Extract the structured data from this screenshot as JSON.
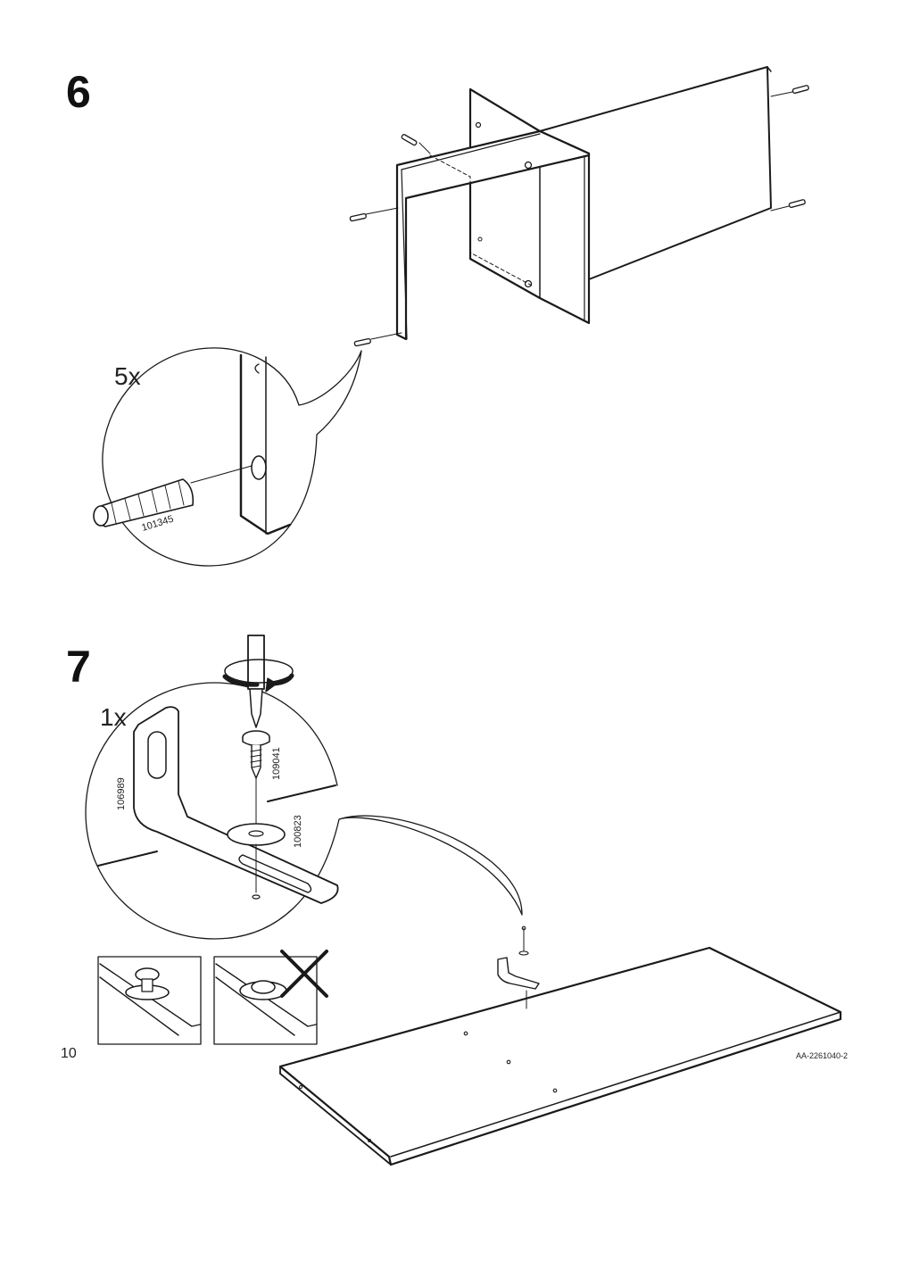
{
  "steps": [
    {
      "number": "6",
      "quantity": "5x",
      "part_numbers": [
        "101345"
      ]
    },
    {
      "number": "7",
      "quantity": "1x",
      "part_numbers": [
        "109041",
        "106989",
        "100823"
      ]
    }
  ],
  "footer": {
    "page_number": "10",
    "document_code": "AA-2261040-2"
  },
  "icons": [
    "dowel-icon",
    "screwdriver-icon",
    "screw-icon",
    "washer-icon",
    "bracket-icon",
    "rotate-arrow-icon",
    "cross-icon"
  ]
}
